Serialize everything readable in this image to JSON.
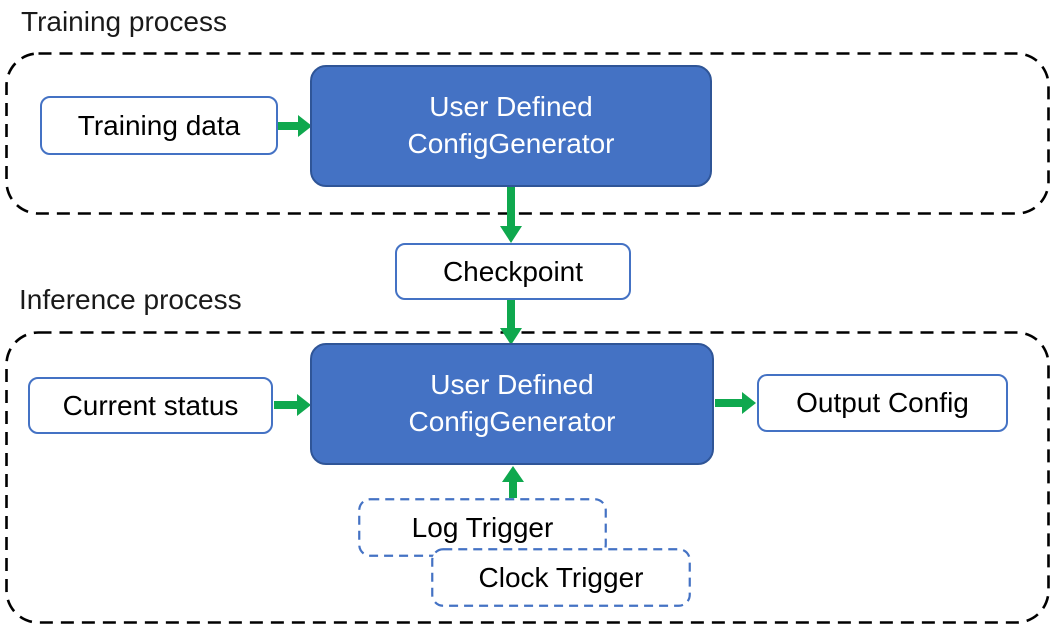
{
  "colors": {
    "generator_fill": "#4472C4",
    "generator_border": "#2F5597",
    "io_box_border": "#4472C4",
    "trigger_border": "#4472C4",
    "arrow_green": "#0FA84E",
    "container_dash": "#000000",
    "text_dark": "#000000",
    "text_light": "#ffffff"
  },
  "training": {
    "label": "Training process",
    "data_box": "Training data",
    "generator": "User Defined\nConfigGenerator"
  },
  "checkpoint": "Checkpoint",
  "inference": {
    "label": "Inference process",
    "status_box": "Current status",
    "generator": "User Defined\nConfigGenerator",
    "output_box": "Output Config",
    "log_trigger": "Log Trigger",
    "clock_trigger": "Clock Trigger"
  }
}
